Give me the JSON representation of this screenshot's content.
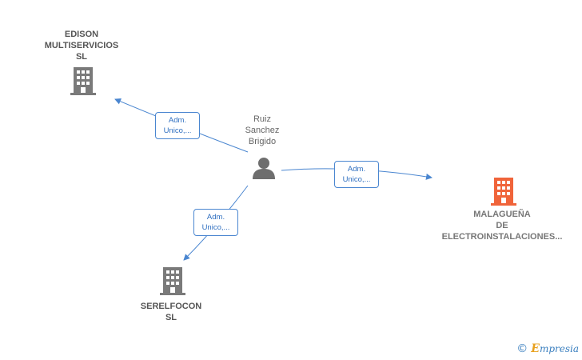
{
  "nodes": {
    "edison": {
      "lines": [
        "EDISON",
        "MULTISERVICIOS",
        "SL"
      ],
      "icon": "building-icon"
    },
    "person": {
      "lines": [
        "Ruiz",
        "Sanchez",
        "Brigido"
      ],
      "icon": "person-icon"
    },
    "malaguena": {
      "lines": [
        "MALAGUEÑA",
        "DE",
        "ELECTROINSTALACIONES..."
      ],
      "icon": "building-icon"
    },
    "serelfocon": {
      "lines": [
        "SERELFOCON",
        "SL"
      ],
      "icon": "building-icon"
    }
  },
  "edges": {
    "to_edison": {
      "lines": [
        "Adm.",
        "Unico,..."
      ]
    },
    "to_malaguena": {
      "lines": [
        "Adm.",
        "Unico,..."
      ]
    },
    "to_serelfocon": {
      "lines": [
        "Adm.",
        "Unico,..."
      ]
    }
  },
  "colors": {
    "building": "#7a7a7a",
    "building_highlight": "#f0643a",
    "person": "#6e6e6e",
    "edge": "#4a86d0"
  },
  "watermark": {
    "symbol": "©",
    "brand_initial": "E",
    "brand_rest": "mpresia"
  }
}
